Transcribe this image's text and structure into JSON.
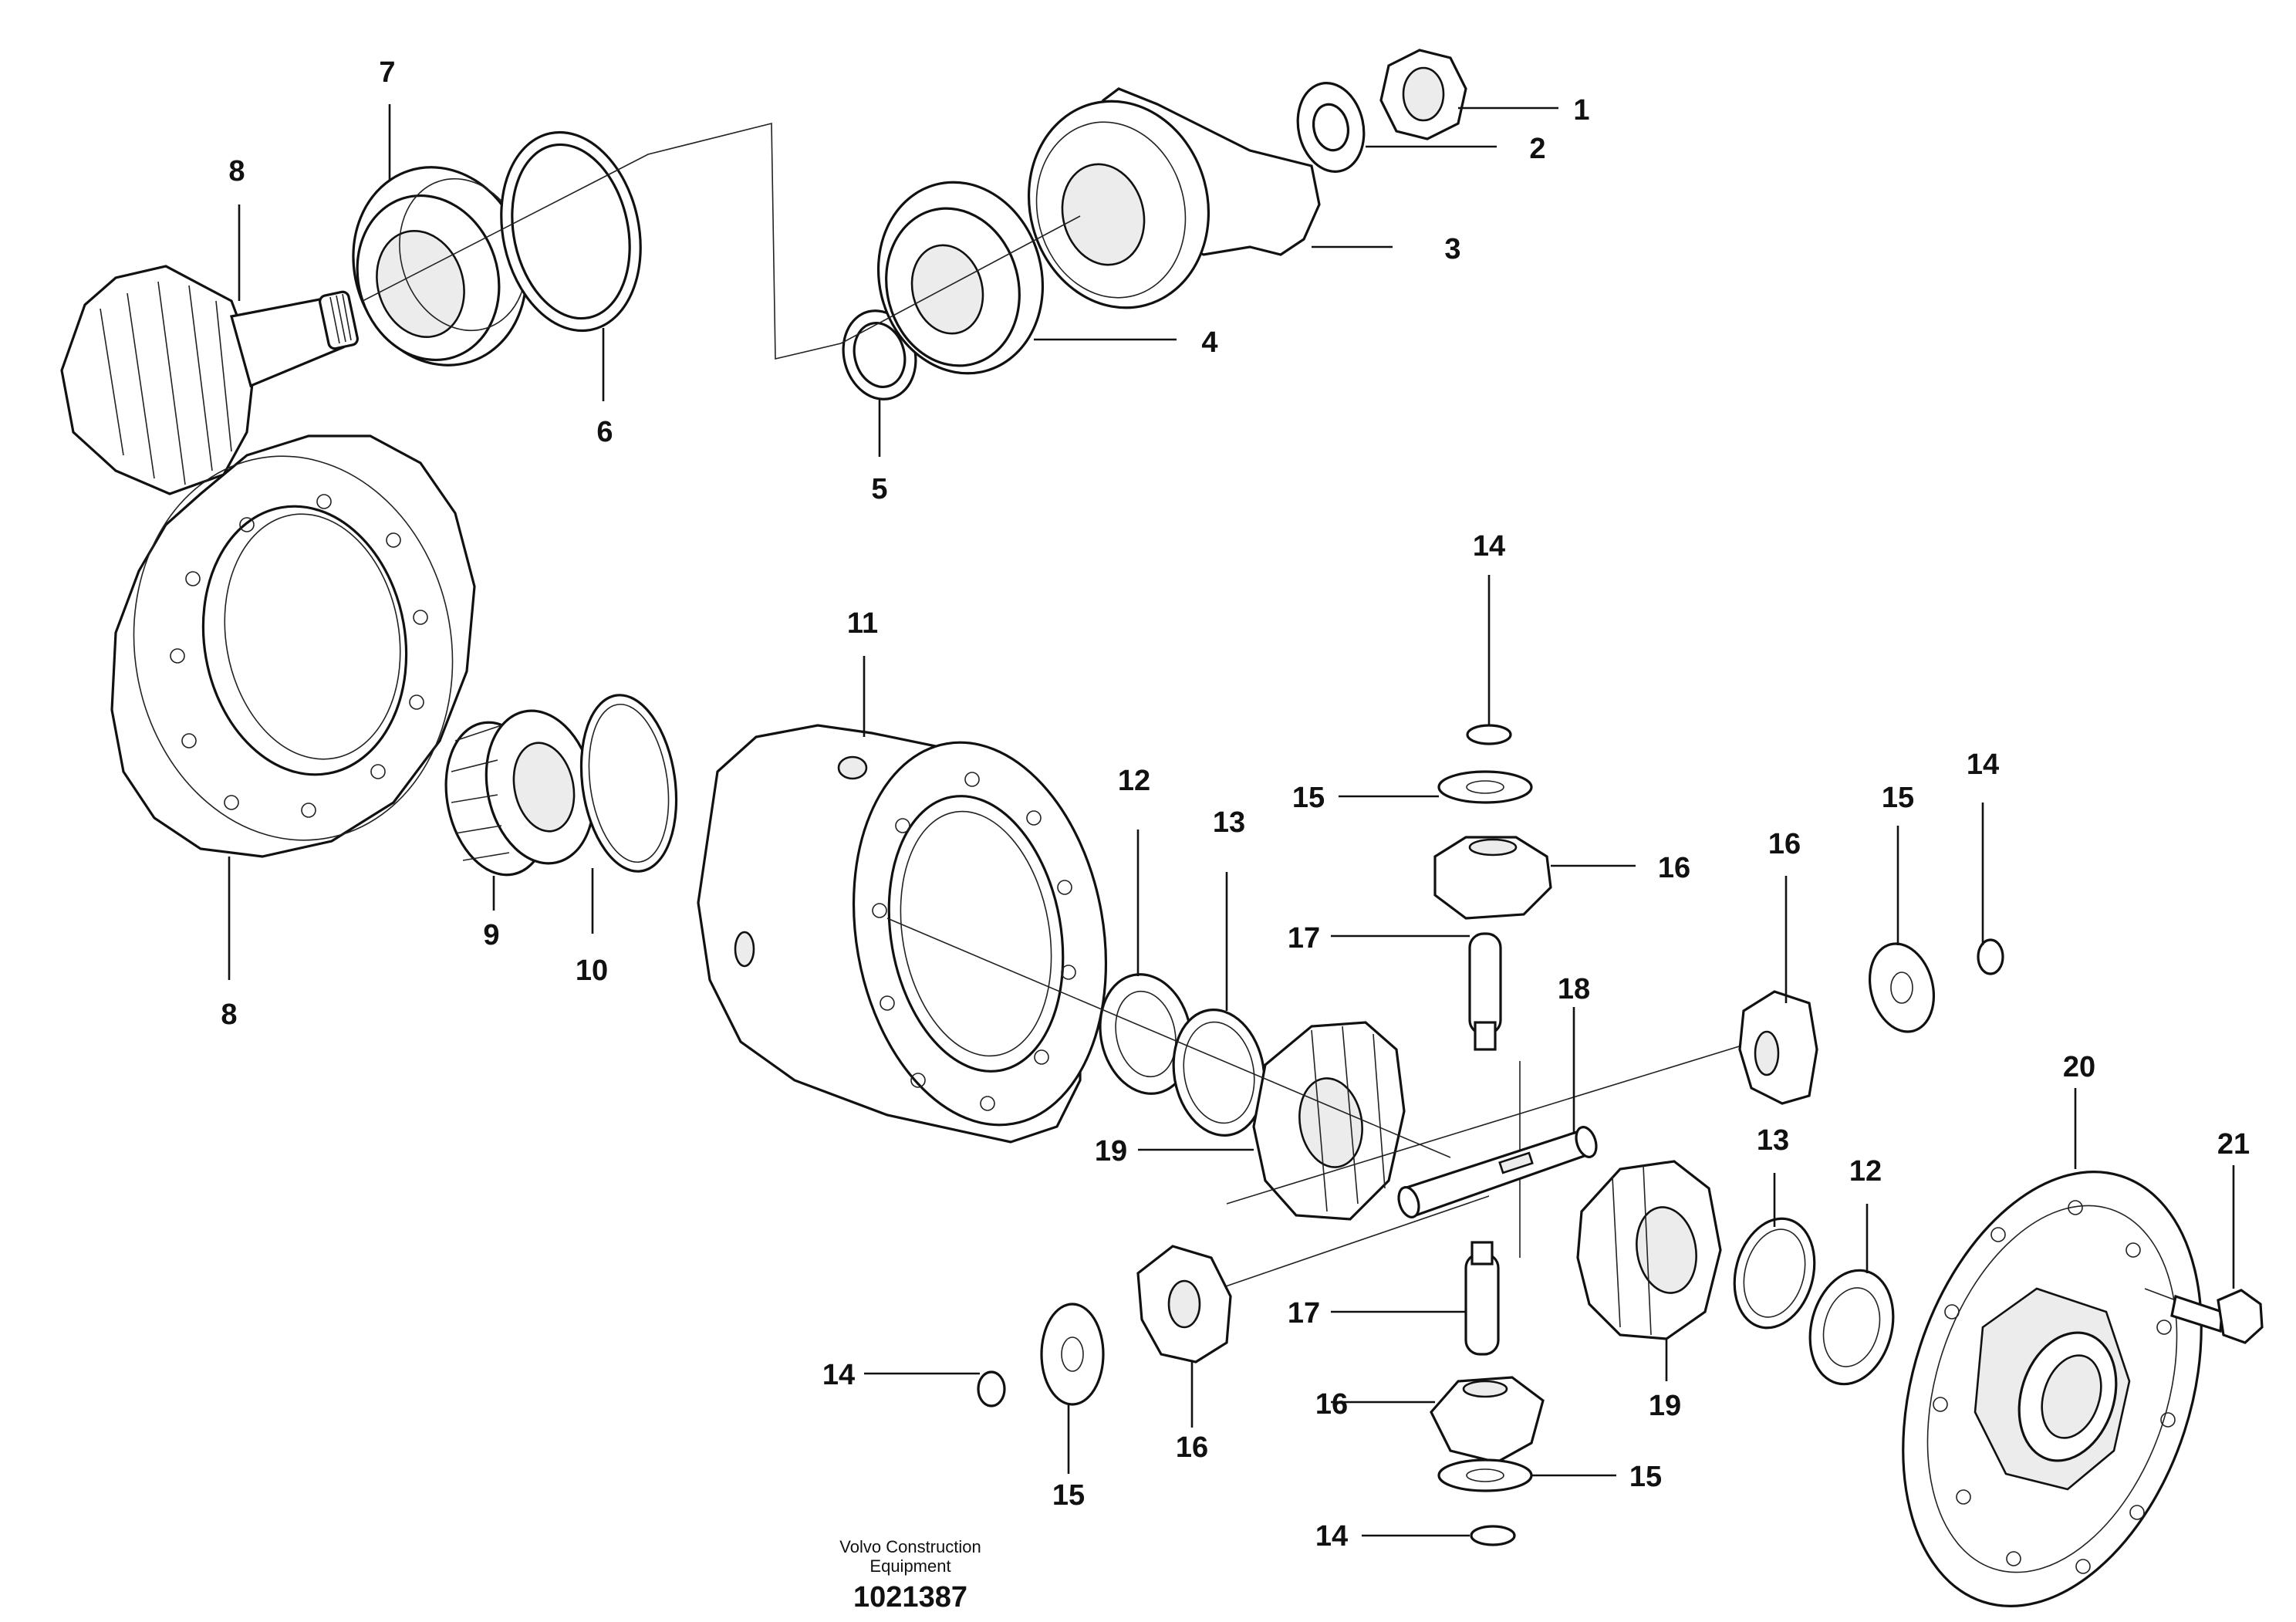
{
  "footer": {
    "brand_line1": "Volvo Construction",
    "brand_line2": "Equipment",
    "drawing_number": "1021387"
  },
  "callouts": {
    "c1": "1",
    "c2": "2",
    "c3": "3",
    "c4": "4",
    "c5": "5",
    "c6": "6",
    "c7": "7",
    "c8a": "8",
    "c8b": "8",
    "c9": "9",
    "c10": "10",
    "c11": "11",
    "c12a": "12",
    "c12b": "12",
    "c13a": "13",
    "c13b": "13",
    "c14a": "14",
    "c14b": "14",
    "c14c": "14",
    "c14d": "14",
    "c15a": "15",
    "c15b": "15",
    "c15c": "15",
    "c15d": "15",
    "c16a": "16",
    "c16b": "16",
    "c16c": "16",
    "c16d": "16",
    "c17a": "17",
    "c17b": "17",
    "c18": "18",
    "c19a": "19",
    "c19b": "19",
    "c20": "20",
    "c21": "21"
  }
}
